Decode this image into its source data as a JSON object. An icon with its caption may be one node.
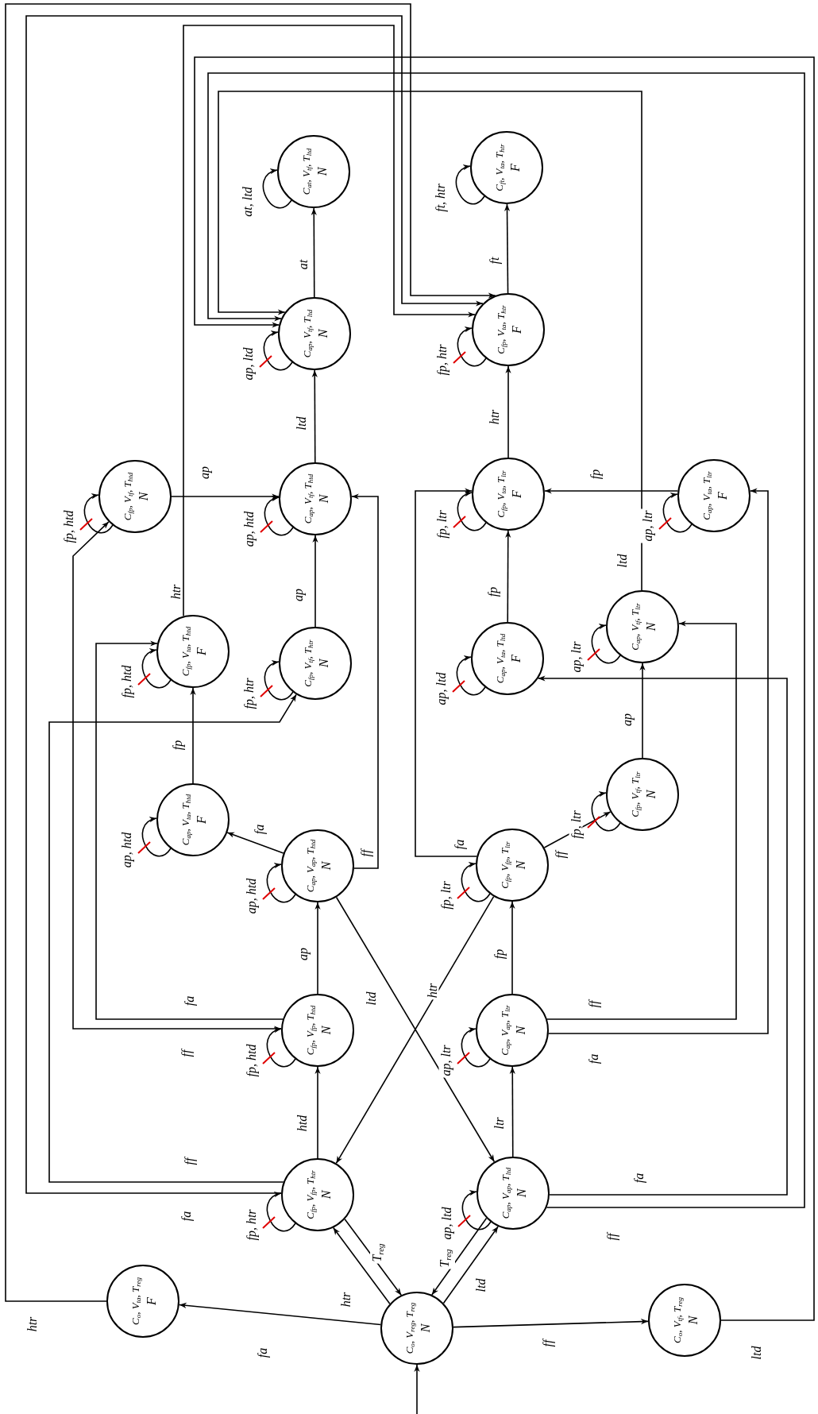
{
  "diagram": {
    "nodes": [
      {
        "text": [
          "C$_{at}$, V$_{tf}$, T$_{ltd}$",
          "N"
        ]
      },
      {
        "text": [
          "C$_{ft}$, V$_{ta}$, T$_{htr}$",
          "F"
        ]
      },
      {
        "text": [
          "C$_{ap}$, V$_{tf}$, T$_{ltd}$",
          "N"
        ]
      },
      {
        "text": [
          "C$_{fp}$, V$_{ta}$, T$_{htr}$",
          "F"
        ]
      },
      {
        "text": [
          "C$_{fp}$, V$_{tf}$, T$_{htd}$",
          "N"
        ]
      },
      {
        "text": [
          "C$_{ap}$, V$_{tf}$, T$_{htd}$",
          "N"
        ]
      },
      {
        "text": [
          "C$_{fp}$, V$_{ta}$, T$_{ltr}$",
          "F"
        ]
      },
      {
        "text": [
          "C$_{ap}$, V$_{ta}$, T$_{ltr}$",
          "F"
        ]
      },
      {
        "text": [
          "C$_{ap}$, V$_{tf}$, T$_{ltr}$",
          "N"
        ]
      },
      {
        "text": [
          "C$_{fp}$, V$_{ta}$, T$_{htd}$",
          "F"
        ]
      },
      {
        "text": [
          "C$_{fp}$, V$_{tf}$, T$_{htr}$",
          "N"
        ]
      },
      {
        "text": [
          "C$_{ap}$, V$_{ta}$, T$_{ltd}$",
          "F"
        ]
      },
      {
        "text": [
          "C$_{fp}$, V$_{tf}$, T$_{ltr}$",
          "N"
        ]
      },
      {
        "text": [
          "C$_{ap}$, V$_{ta}$, T$_{htd}$",
          "F"
        ]
      },
      {
        "text": [
          "C$_{ap}$, V$_{ap}$, T$_{htd}$",
          "N"
        ]
      },
      {
        "text": [
          "C$_{fp}$, V$_{fp}$, T$_{ltr}$",
          "N"
        ]
      },
      {
        "text": [
          "C$_{fp}$, V$_{fp}$, T$_{htd}$",
          "N"
        ]
      },
      {
        "text": [
          "C$_{ap}$, V$_{ap}$, T$_{ltr}$",
          "N"
        ]
      },
      {
        "text": [
          "C$_{fp}$, V$_{fp}$, T$_{htr}$",
          "N"
        ]
      },
      {
        "text": [
          "C$_{ap}$, V$_{ap}$, T$_{ltd}$",
          "N"
        ]
      },
      {
        "text": [
          "C$_{o}$, V$_{ta}$, T$_{reg}$",
          "F"
        ]
      },
      {
        "text": [
          "C$_{o}$, V$_{tf}$, T$_{reg}$",
          "N"
        ]
      },
      {
        "text": [
          "C$_{o}$, V$_{reg}$, T$_{reg}$",
          "N"
        ]
      }
    ],
    "edges": [
      {
        "from": 0,
        "to": 0,
        "arrow": "to",
        "label": "at, ltd"
      },
      {
        "from": 1,
        "to": 1,
        "arrow": "to",
        "label": "ft, htr"
      },
      {
        "from": 2,
        "to": 2,
        "arrow": "to",
        "label": "ap, ltd"
      },
      {
        "from": 3,
        "to": 3,
        "arrow": "to",
        "label": "fp, htr"
      },
      {
        "from": 4,
        "to": 4,
        "arrow": "to",
        "label": "fp, htd"
      },
      {
        "from": 5,
        "to": 5,
        "arrow": "to",
        "label": "ap, htd"
      },
      {
        "from": 6,
        "to": 6,
        "arrow": "to",
        "label": "fp, ltr"
      },
      {
        "from": 7,
        "to": 7,
        "arrow": "to",
        "label": "ap, ltr"
      },
      {
        "from": 8,
        "to": 8,
        "arrow": "to",
        "label": "ap, ltr"
      },
      {
        "from": 9,
        "to": 9,
        "arrow": "to",
        "label": "fp, htd"
      },
      {
        "from": 10,
        "to": 10,
        "arrow": "to",
        "label": "fp, htr"
      },
      {
        "from": 11,
        "to": 11,
        "arrow": "to",
        "label": "ap, ltd"
      },
      {
        "from": 12,
        "to": 12,
        "arrow": "to",
        "label": "fp, ltr"
      },
      {
        "from": 13,
        "to": 13,
        "arrow": "to",
        "label": "ap, htd"
      },
      {
        "from": 14,
        "to": 14,
        "arrow": "to",
        "label": "ap, htd"
      },
      {
        "from": 15,
        "to": 15,
        "arrow": "to",
        "label": "fp, ltr"
      },
      {
        "from": 16,
        "to": 16,
        "arrow": "to",
        "label": "fp, htd"
      },
      {
        "from": 17,
        "to": 17,
        "arrow": "to",
        "label": "ap, ltr"
      },
      {
        "from": 18,
        "to": 18,
        "arrow": "to",
        "label": "fp, htr"
      },
      {
        "from": 19,
        "to": 19,
        "arrow": "to",
        "label": "ap, ltd"
      },
      {
        "from": 2,
        "to": 0,
        "arrow": "to",
        "label": "at"
      },
      {
        "from": 5,
        "to": 2,
        "arrow": "to",
        "label": "ltd"
      },
      {
        "from": 3,
        "to": 1,
        "arrow": "to",
        "label": "ft"
      },
      {
        "from": 6,
        "to": 3,
        "arrow": "to",
        "label": "htr"
      },
      {
        "from": 4,
        "to": 5,
        "arrow": "to",
        "label": "ap"
      },
      {
        "from": 9,
        "to": 3,
        "arrow": "to",
        "label": "htr"
      },
      {
        "from": 10,
        "to": 5,
        "arrow": "to",
        "label": "ap"
      },
      {
        "from": 13,
        "to": 9,
        "arrow": "to",
        "label": "fp"
      },
      {
        "from": 14,
        "to": 13,
        "arrow": "to",
        "label": "fa"
      },
      {
        "from": 14,
        "to": 5,
        "arrow": "to",
        "label": "ff"
      },
      {
        "from": 7,
        "to": 6,
        "arrow": "to",
        "label": "fp"
      },
      {
        "from": 11,
        "to": 6,
        "arrow": "to",
        "label": "fp"
      },
      {
        "from": 8,
        "to": 2,
        "arrow": "to",
        "label": "ltd"
      },
      {
        "from": 12,
        "to": 8,
        "arrow": "to",
        "label": "ap"
      },
      {
        "from": 15,
        "to": 6,
        "arrow": "to",
        "label": "fa"
      },
      {
        "from": 15,
        "to": 12,
        "arrow": "to",
        "label": "ff"
      },
      {
        "from": 16,
        "to": 14,
        "arrow": "to",
        "label": "ap"
      },
      {
        "from": 14,
        "to": 19,
        "arrow": "to",
        "label": "ltd"
      },
      {
        "from": 16,
        "to": 9,
        "arrow": "to",
        "label": "fa"
      },
      {
        "from": 16,
        "to": 4,
        "arrow": "both",
        "label": "ff"
      },
      {
        "from": 18,
        "to": 16,
        "arrow": "to",
        "label": "htd"
      },
      {
        "from": 18,
        "to": 10,
        "arrow": "to",
        "label": "ff"
      },
      {
        "from": 18,
        "to": 3,
        "arrow": "to",
        "label": "fa"
      },
      {
        "from": 18,
        "to": 22,
        "arrow": "to",
        "label": "T$_{reg}$"
      },
      {
        "from": 22,
        "to": 18,
        "arrow": "to",
        "label": "htr"
      },
      {
        "from": 22,
        "to": 20,
        "arrow": "to",
        "label": "fa"
      },
      {
        "from": 20,
        "to": 3,
        "arrow": "to",
        "label": "htr"
      },
      {
        "from": 15,
        "to": 18,
        "arrow": "to",
        "label": "htr"
      },
      {
        "from": 17,
        "to": 15,
        "arrow": "to",
        "label": "fp"
      },
      {
        "from": 17,
        "to": 8,
        "arrow": "to",
        "label": "ff"
      },
      {
        "from": 17,
        "to": 7,
        "arrow": "to",
        "label": "fa"
      },
      {
        "from": 19,
        "to": 17,
        "arrow": "to",
        "label": "ltr"
      },
      {
        "from": 19,
        "to": 11,
        "arrow": "to",
        "label": "fa"
      },
      {
        "from": 19,
        "to": 2,
        "arrow": "to",
        "label": "ff"
      },
      {
        "from": 19,
        "to": 22,
        "arrow": "to",
        "label": "T$_{reg}$"
      },
      {
        "from": 22,
        "to": 19,
        "arrow": "to",
        "label": "ltd"
      },
      {
        "from": 22,
        "to": 21,
        "arrow": "to",
        "label": "ff"
      },
      {
        "from": 21,
        "to": 2,
        "arrow": "to",
        "label": "ltd"
      },
      {
        "from": null,
        "to": 22,
        "arrow": "to"
      }
    ]
  }
}
